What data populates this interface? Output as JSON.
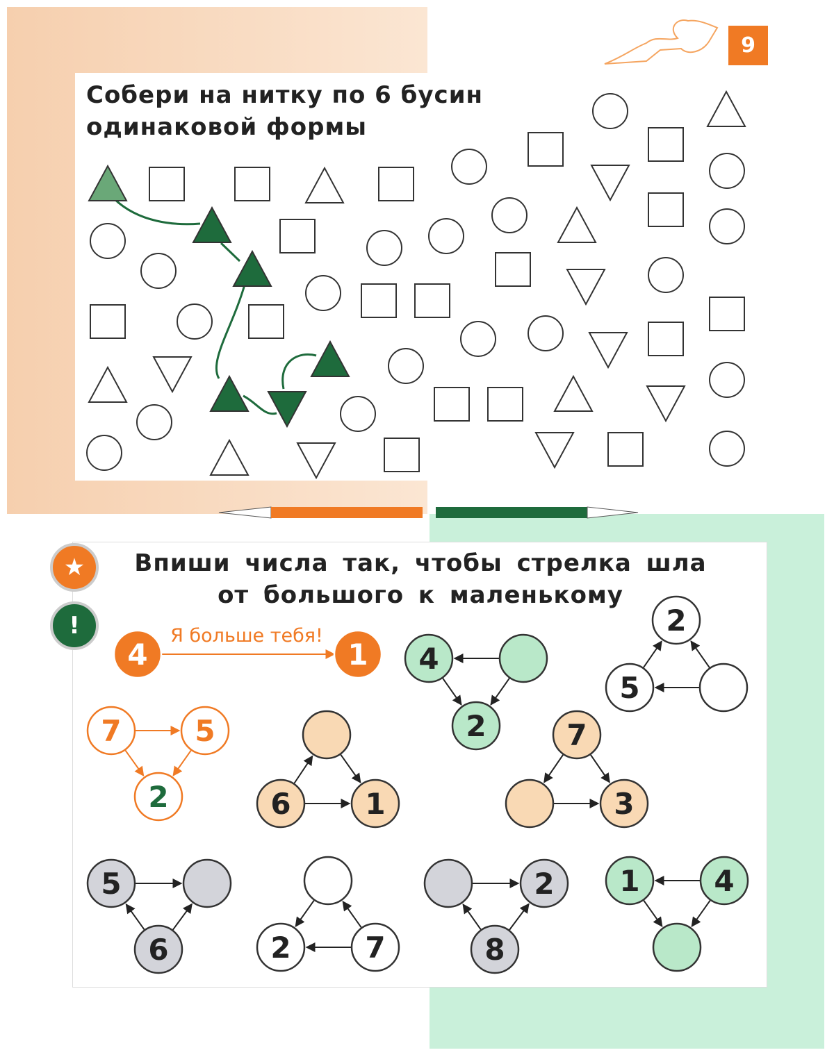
{
  "page_number": "9",
  "task1": {
    "title_line1": "Собери на нитку по 6 бусин",
    "title_line2": "одинаковой формы"
  },
  "task2": {
    "title_line1": "Впиши числа так, чтобы стрелка шла",
    "title_line2": "от большого к маленькому",
    "example_label": "Я больше тебя!",
    "example": [
      "4",
      "1"
    ],
    "icons": [
      "star-icon",
      "exclamation-icon"
    ],
    "puzzles": [
      [
        "7",
        "5",
        "2"
      ],
      [
        "4",
        "",
        "2"
      ],
      [
        "2",
        "5",
        ""
      ],
      [
        "",
        "6",
        "1"
      ],
      [
        "7",
        "",
        "3"
      ],
      [
        "5",
        "",
        "6"
      ],
      [
        "",
        "2",
        "7"
      ],
      [
        "",
        "2",
        "8"
      ],
      [
        "1",
        "4",
        ""
      ]
    ]
  },
  "colors": {
    "orange": "#f07a24",
    "green": "#1e6b3c",
    "peach": "#f9d9b4",
    "mint": "#b9e8c9",
    "gray": "#d3d4da"
  }
}
